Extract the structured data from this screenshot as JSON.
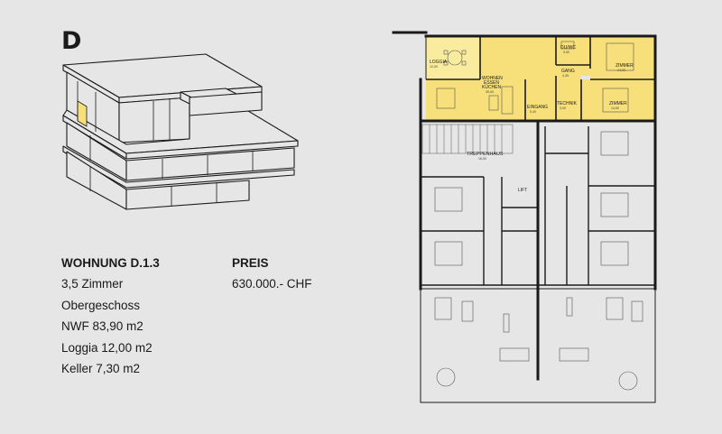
{
  "building": {
    "letter": "D"
  },
  "colors": {
    "highlight": "#f7e07a",
    "highlight_light": "#f9ec9e",
    "wall": "#1a1a1a",
    "background": "#e6e6e6"
  },
  "unit": {
    "title": "WOHNUNG D.1.3",
    "details": [
      "3,5 Zimmer",
      "Obergeschoss",
      "NWF 83,90 m2",
      "Loggia 12,00 m2",
      "Keller 7,30 m2"
    ]
  },
  "price": {
    "label": "PREIS",
    "value": "630.000.- CHF"
  },
  "rooms": {
    "loggia": {
      "name": "LOGGIA",
      "area": "12,00"
    },
    "wohnen": {
      "name1": "WOHNEN",
      "name2": "ESSEN",
      "name3": "KÜCHEN",
      "area": "35,00"
    },
    "du_wc": {
      "name": "DU/WC",
      "area": "5,50"
    },
    "gang": {
      "name": "GANG",
      "area": "4,35"
    },
    "zimmer1": {
      "name": "ZIMMER",
      "area": "14,00"
    },
    "zimmer2": {
      "name": "ZIMMER",
      "area": "14,60"
    },
    "technik": {
      "name": "TECHNIK",
      "area": "3,00"
    },
    "eingang": {
      "name": "EINGANG",
      "area": "5,40"
    },
    "treppenhaus": {
      "name": "TREPPENHAUS",
      "area": "16,50"
    },
    "lift": {
      "name": "LIFT"
    }
  }
}
